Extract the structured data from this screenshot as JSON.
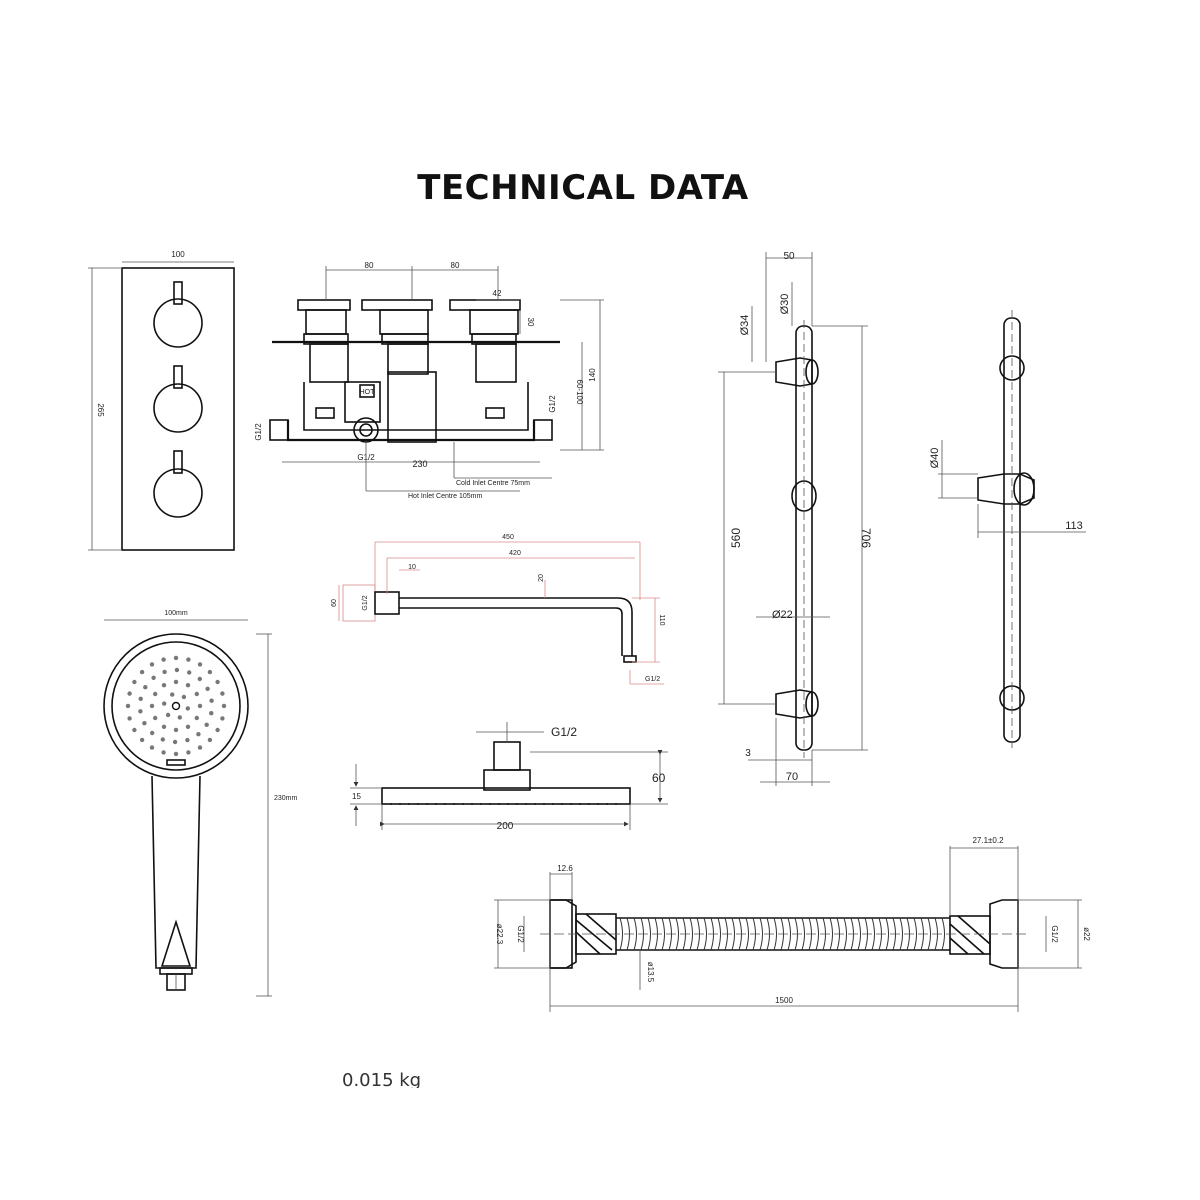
{
  "title": "TECHNICAL DATA",
  "weight": "0.015 kg",
  "valve_panel": {
    "width": "100",
    "height": "265"
  },
  "valve_side": {
    "spacing1": "80",
    "spacing2": "80",
    "handle": "42",
    "handle_height": "30",
    "depth": "140",
    "depth_range": "60-100",
    "inlet": "G1/2",
    "inlet_left": "G1/2",
    "outlet": "G1/2",
    "width": "230",
    "hot_label": "HOT",
    "cold_note": "Cold Inlet Centre 75mm",
    "hot_note": "Hot Inlet Centre 105mm"
  },
  "shower_arm": {
    "length_total": "450",
    "length": "420",
    "offset": "10",
    "mid": "20",
    "flange": "60",
    "thread_left": "G1/2",
    "drop": "110",
    "thread": "G1/2"
  },
  "hand_shower": {
    "width": "100mm",
    "length": "230mm"
  },
  "shower_head": {
    "thread": "G1/2",
    "height": "60",
    "thickness": "15",
    "width": "200"
  },
  "riser_rail": {
    "offset": "50",
    "dia_top": "Ø30",
    "dia_bracket": "Ø34",
    "dia_rail": "Ø22",
    "span": "560",
    "length": "706",
    "base": "70",
    "gap": "3",
    "dia_holder": "Ø40",
    "holder": "113"
  },
  "hose": {
    "nut_left": "12.6",
    "nut_right": "27.1±0.2",
    "dia_left": "ø22.3",
    "thread_left": "G1/2",
    "dia_inner": "ø13.5",
    "length": "1500",
    "thread_right": "G1/2",
    "dia_right": "ø22"
  }
}
